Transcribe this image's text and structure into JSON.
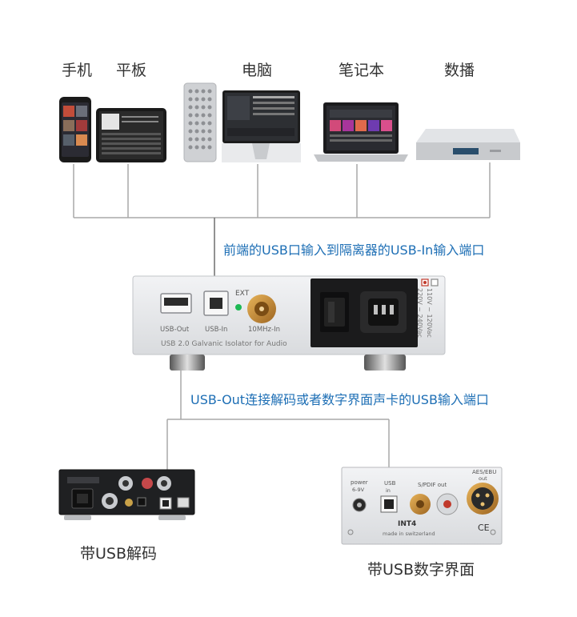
{
  "sources": {
    "phone": "手机",
    "tablet": "平板",
    "pc": "电脑",
    "laptop": "笔记本",
    "streamer": "数播"
  },
  "captions": {
    "usb_in": "前端的USB口输入到隔离器的USB-In输入端口",
    "usb_out": "USB-Out连接解码或者数字界面声卡的USB输入端口"
  },
  "isolator": {
    "ext_label": "EXT",
    "usb_out_label": "USB-Out",
    "usb_in_label": "USB-In",
    "clock_label": "10MHz-In",
    "model_text": "USB 2.0 Galvanic Isolator for Audio",
    "voltage_110": "110V ~ 120Vac",
    "voltage_220": "220V ~ 240Vac"
  },
  "interface_panel": {
    "power_label": "power",
    "power_voltage": "6-9V",
    "usb_label": "USB",
    "usb_sub": "in",
    "spdif_label": "S/PDIF out",
    "aes_label": "AES/EBU",
    "aes_sub": "out",
    "brand": "INT4",
    "made_in": "made in switzerland",
    "ce_mark": "CE"
  },
  "outputs": {
    "dac_label": "带USB解码",
    "interface_label": "带USB数字界面"
  },
  "colors": {
    "caption_blue": "#1e6fb5",
    "line_gray": "#a9a9a9",
    "ext_led": "#1db954",
    "bnc_gold": "#c98a2e"
  }
}
